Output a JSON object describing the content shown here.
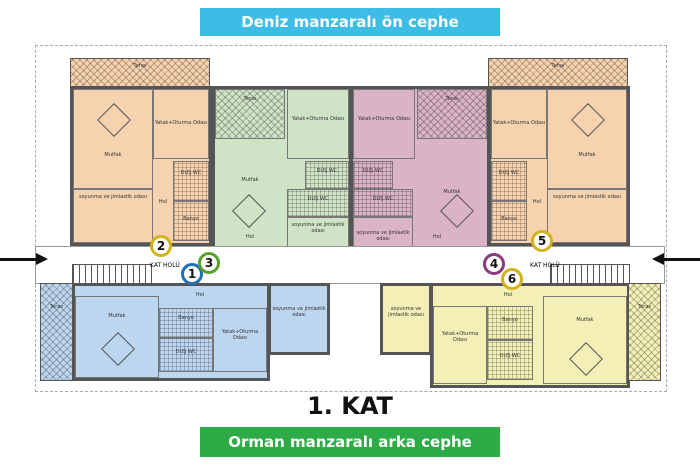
{
  "title_top": "Deniz manzaralı ön cephe",
  "title_bottom": "Orman manzaralı arka cephe",
  "floor_label": "1. KAT",
  "colors": {
    "top_banner": "#3dbde6",
    "bottom_banner": "#2eab47",
    "unit1": "#bcd6ef",
    "unit2": "#f6d2ae",
    "unit3": "#cfe3c6",
    "unit4": "#dab3c5",
    "unit5": "#f6d2ae",
    "unit6": "#f3efb6"
  },
  "markers": [
    "1",
    "2",
    "3",
    "4",
    "5",
    "6"
  ],
  "rooms": {
    "teras": "Teras",
    "yatak": "Yatak+Oturma Odası",
    "mutfak": "Mutfak",
    "dus": "DUŞ WC",
    "banyo": "Banyo",
    "hol": "Hol",
    "soyunma": "soyunma ve jimlastik odası",
    "kat_holu": "KAT HOLÜ"
  }
}
